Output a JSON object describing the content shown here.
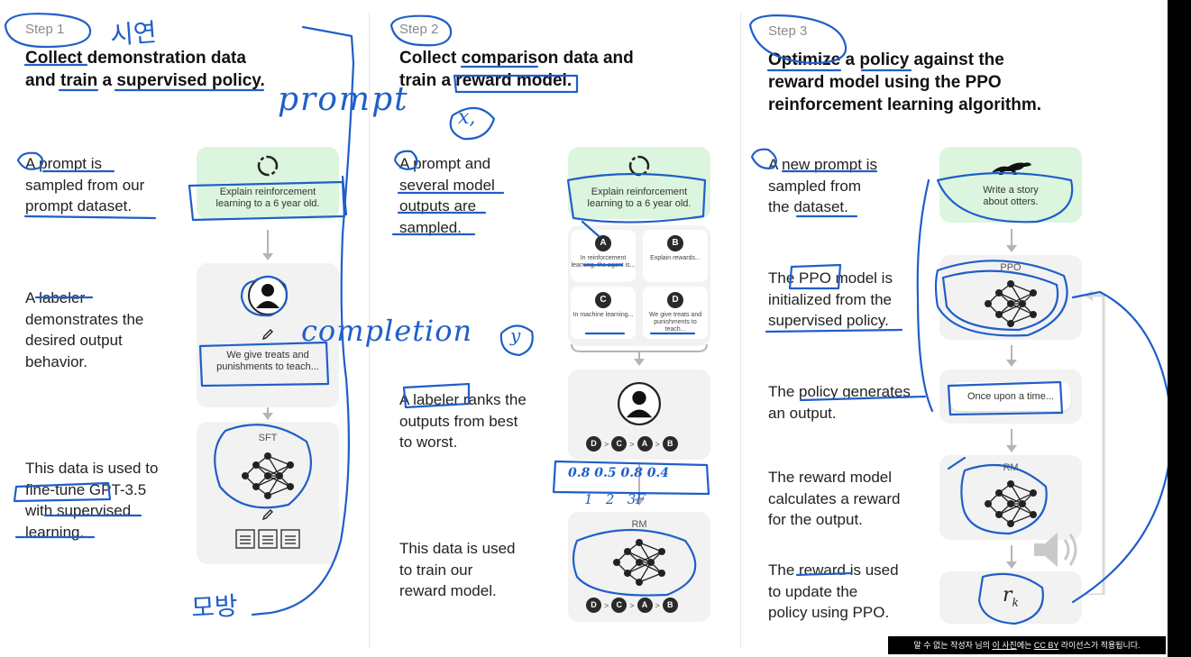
{
  "steps": [
    {
      "badge": "Step 1",
      "title": "Collect demonstration data and train a supervised policy.",
      "title_lines": [
        "Collect demonstration data",
        "and train a supervised policy."
      ],
      "descs": [
        [
          "A prompt is",
          "sampled from our",
          "prompt dataset."
        ],
        [
          "A labeler",
          "demonstrates the",
          "desired output",
          "behavior."
        ],
        [
          "This data is used to",
          "fine-tune GPT-3.5",
          "with supervised",
          "learning."
        ]
      ],
      "prompt_text": [
        "Explain reinforcement",
        "learning to a 6 year old."
      ],
      "demo_text": [
        "We give treats and",
        "punishments to teach..."
      ],
      "model_label": "SFT"
    },
    {
      "badge": "Step 2",
      "title_lines": [
        "Collect comparison data and",
        "train a reward model."
      ],
      "descs": [
        [
          "A prompt and",
          "several model",
          "outputs are",
          "sampled."
        ],
        [
          "A labeler ranks the",
          "outputs from best",
          "to worst."
        ],
        [
          "This data is used",
          "to train our",
          "reward model."
        ]
      ],
      "prompt_text": [
        "Explain reinforcement",
        "learning to a 6 year old."
      ],
      "outputs": [
        {
          "badge": "A",
          "text": "In reinforcement learning, the agent is..."
        },
        {
          "badge": "B",
          "text": "Explain rewards..."
        },
        {
          "badge": "C",
          "text": "In machine learning..."
        },
        {
          "badge": "D",
          "text": "We give treats and punishments to teach..."
        }
      ],
      "ranking": [
        "D",
        ">",
        "C",
        ">",
        "A",
        ">",
        "B"
      ],
      "model_label": "RM"
    },
    {
      "badge": "Step 3",
      "title_lines": [
        "Optimize a policy against the",
        "reward model using the PPO",
        "reinforcement learning algorithm."
      ],
      "descs": [
        [
          "A new prompt is",
          "sampled from",
          "the dataset."
        ],
        [
          "The PPO model is",
          "initialized from the",
          "supervised policy."
        ],
        [
          "The policy generates",
          "an output."
        ],
        [
          "The reward model",
          "calculates a reward",
          "for the output."
        ],
        [
          "The reward is used",
          "to update the",
          "policy using PPO."
        ]
      ],
      "prompt_text": [
        "Write a story",
        "about otters."
      ],
      "model_label_ppo": "PPO",
      "output_text": "Once upon a time...",
      "model_label_rm": "RM",
      "reward_symbol": "r",
      "reward_sub": "k"
    }
  ],
  "annotations": {
    "korean_1": "시연",
    "prompt": "prompt",
    "x1": "x,",
    "completion": "completion",
    "y": "y",
    "mobang": "모방",
    "scores": "0.8  0.5  0.8  0.4",
    "scores_bottom": "1   2   3F"
  },
  "license_notice": {
    "prefix": "알 수 없는 작성자 님의",
    "link1": "이 사진",
    "middle": "에는",
    "link2": "CC BY",
    "suffix": "라이선스가 적용됩니다."
  },
  "colors": {
    "ink": "#1f5fc8",
    "green_panel": "#dcf5df",
    "gray_panel": "#f2f2f2"
  }
}
